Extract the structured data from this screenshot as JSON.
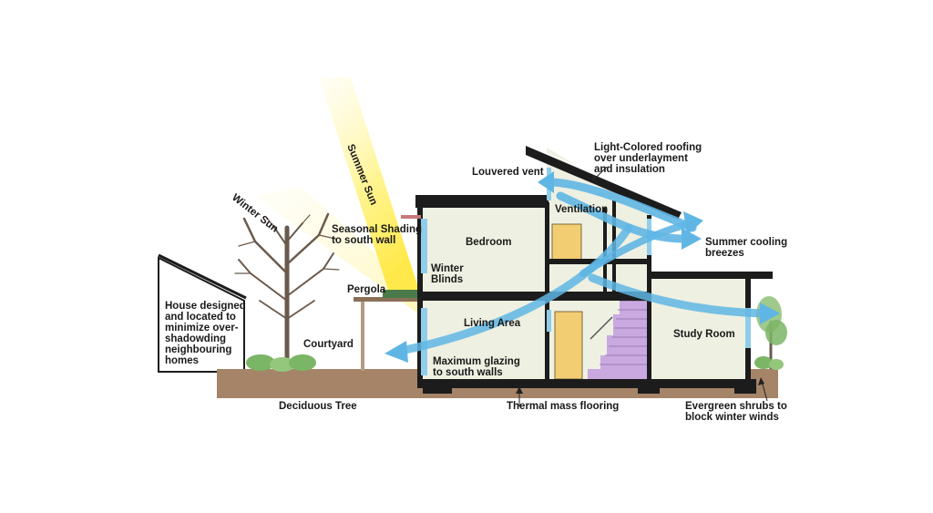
{
  "labels": {
    "summer_sun": "Summer Sun",
    "winter_sun": "Winter Sun",
    "roofing": [
      "Light-Colored roofing",
      "over underlayment",
      "and insulation"
    ],
    "louvered_vent": "Louvered vent",
    "ventilation": "Ventilation",
    "seasonal_shading": [
      "Seasonal Shading",
      "to south wall"
    ],
    "bedroom": "Bedroom",
    "winter_blinds": [
      "Winter",
      "Blinds"
    ],
    "summer_breezes": [
      "Summer cooling",
      "breezes"
    ],
    "pergola": "Pergola",
    "house_designed": [
      "House designed",
      "and located to",
      "minimize over-",
      "shadowding",
      "neighbouring",
      "homes"
    ],
    "living_area": "Living Area",
    "study_room": "Study Room",
    "courtyard": "Courtyard",
    "max_glazing": [
      "Maximum glazing",
      "to south walls"
    ],
    "deciduous_tree": "Deciduous Tree",
    "thermal_mass": "Thermal mass flooring",
    "evergreen": [
      "Evergreen shrubs to",
      "block winter winds"
    ]
  },
  "colors": {
    "sun": "#fff27a",
    "airflow": "#5fb6e4",
    "ground": "#a58468",
    "wall": "#1c1c1c",
    "room": "#eef0e2",
    "stairs": "#c9a9e0",
    "glazing": "#8fcdea"
  }
}
